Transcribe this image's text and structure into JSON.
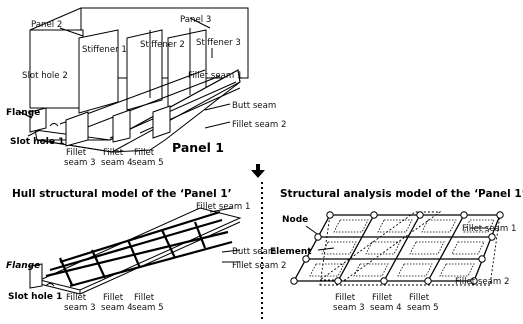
{
  "top_figure": {
    "panel2": "Panel 2",
    "panel3": "Panel 3",
    "stiffener1": "Stiffener 1",
    "stiffener2": "Stiffener 2",
    "stiffener3": "Stiffener 3",
    "slot_hole2": "Slot hole 2",
    "fillet_seam1": "Fillet seam 1",
    "butt_seam": "Butt seam",
    "fillet_seam2": "Fillet seam 2",
    "flange": "Flange",
    "slot_hole1": "Slot hole 1",
    "fillet_seam3_a": "Fillet",
    "fillet_seam3_b": "seam 3",
    "fillet_seam4_a": "Fillet",
    "fillet_seam4_b": "seam 4",
    "fillet_seam5_a": "Fillet",
    "fillet_seam5_b": "seam 5",
    "panel1": "Panel 1"
  },
  "hull_model": {
    "title": "Hull structural model of the ‘Panel 1’",
    "fillet_seam1": "Fillet seam 1",
    "butt_seam": "Butt seam",
    "fillet_seam2": "Fillet seam 2",
    "flange": "Flange",
    "slot_hole1": "Slot hole 1",
    "fillet_seam3_a": "Fillet",
    "fillet_seam3_b": "seam 3",
    "fillet_seam4_a": "Fillet",
    "fillet_seam4_b": "seam 4",
    "fillet_seam5_a": "Fillet",
    "fillet_seam5_b": "seam 5"
  },
  "analysis_model": {
    "title": "Structural analysis model of the ‘Panel 1’",
    "node": "Node",
    "element": "Element",
    "fillet_seam1": "Fillet seam 1",
    "fillet_seam2": "Fillet seam 2",
    "fillet_seam3_a": "Fillet",
    "fillet_seam3_b": "seam 3",
    "fillet_seam4_a": "Fillet",
    "fillet_seam4_b": "seam 4",
    "fillet_seam5_a": "Fillet",
    "fillet_seam5_b": "seam 5"
  }
}
